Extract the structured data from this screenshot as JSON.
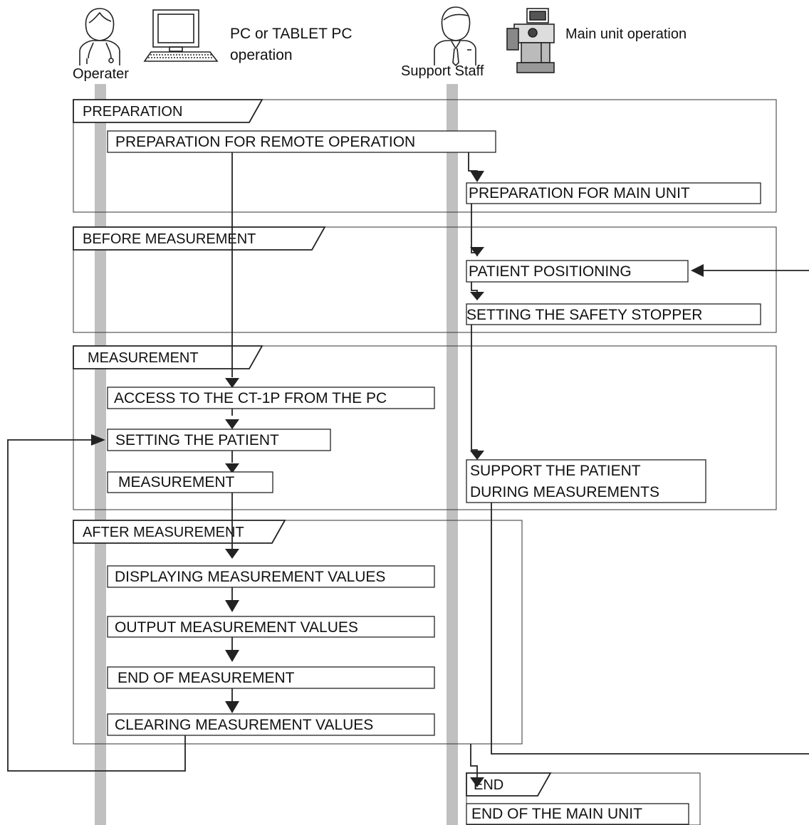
{
  "header": {
    "operator_label": "Operater",
    "pc_label_1": "PC or TABLET PC",
    "pc_label_2": "operation",
    "staff_label": "Support Staff",
    "main_unit_label": "Main unit operation"
  },
  "sections": {
    "preparation": "PREPARATION",
    "before": "BEFORE MEASUREMENT",
    "measurement": "MEASUREMENT",
    "after": "AFTER MEASUREMENT",
    "end": "END"
  },
  "steps": {
    "prep_remote": "PREPARATION FOR REMOTE OPERATION",
    "prep_main": "PREPARATION FOR MAIN UNIT",
    "patient_positioning": "PATIENT POSITIONING",
    "safety_stopper": "SETTING THE SAFETY STOPPER",
    "access_ct": "ACCESS TO THE CT-1P FROM THE PC",
    "setting_patient": "SETTING THE PATIENT",
    "measurement": "MEASUREMENT",
    "support_1": "SUPPORT THE PATIENT",
    "support_2": "DURING MEASUREMENTS",
    "displaying": "DISPLAYING MEASUREMENT VALUES",
    "output": "OUTPUT MEASUREMENT VALUES",
    "end_measurement": "END OF MEASUREMENT",
    "clearing": "CLEARING MEASUREMENT VALUES",
    "end_main": "END OF THE MAIN UNIT"
  }
}
